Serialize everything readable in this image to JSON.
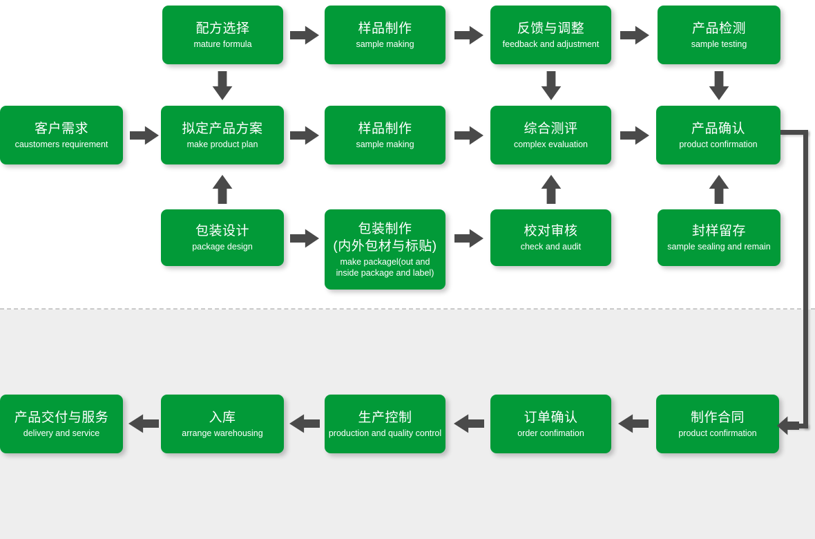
{
  "diagram": {
    "title": "product development and order fulfilment flowchart",
    "accent_color": "#029a38",
    "arrow_color": "#4a4a4a",
    "band_color": "#eeeeee",
    "divider_style": "dashed"
  },
  "nodes": {
    "formula_selection": {
      "cn": "配方选择",
      "en": "mature formula"
    },
    "sample_making_top": {
      "cn": "样品制作",
      "en": "sample making"
    },
    "feedback_adjust": {
      "cn": "反馈与调整",
      "en": "feedback and adjustment"
    },
    "product_testing": {
      "cn": "产品检测",
      "en": "sample testing"
    },
    "customer_req": {
      "cn": "客户需求",
      "en": "caustomers requirement"
    },
    "make_product_plan": {
      "cn": "拟定产品方案",
      "en": "make product plan"
    },
    "sample_making_mid": {
      "cn": "样品制作",
      "en": "sample making"
    },
    "complex_evaluation": {
      "cn": "综合测评",
      "en": "complex evaluation"
    },
    "product_confirm": {
      "cn": "产品确认",
      "en": "product confirmation"
    },
    "package_design": {
      "cn": "包装设计",
      "en": "package design"
    },
    "package_making": {
      "cn": "包装制作",
      "cn2": "(内外包材与标贴)",
      "en": "make packagel(out and inside package and label)"
    },
    "check_audit": {
      "cn": "校对审核",
      "en": "check and audit"
    },
    "sample_sealing": {
      "cn": "封样留存",
      "en": "sample sealing and remain"
    },
    "delivery_service": {
      "cn": "产品交付与服务",
      "en": "delivery and service"
    },
    "warehousing": {
      "cn": "入库",
      "en": "arrange warehousing"
    },
    "production_control": {
      "cn": "生产控制",
      "en": "production and quality control"
    },
    "order_confirm": {
      "cn": "订单确认",
      "en": "order confimation"
    },
    "make_contract": {
      "cn": "制作合同",
      "en": "product confirmation"
    }
  },
  "arrows": [
    {
      "name": "arrow-formula-to-sample-top",
      "direction": "right"
    },
    {
      "name": "arrow-sample-top-to-feedback",
      "direction": "right"
    },
    {
      "name": "arrow-feedback-to-testing",
      "direction": "right"
    },
    {
      "name": "arrow-formula-down-to-plan",
      "direction": "down"
    },
    {
      "name": "arrow-feedback-down-to-evaluation",
      "direction": "down"
    },
    {
      "name": "arrow-testing-down-to-confirm",
      "direction": "down"
    },
    {
      "name": "arrow-customer-to-plan",
      "direction": "right"
    },
    {
      "name": "arrow-plan-to-sample-mid",
      "direction": "right"
    },
    {
      "name": "arrow-sample-mid-to-evaluation",
      "direction": "right"
    },
    {
      "name": "arrow-evaluation-to-confirm",
      "direction": "right"
    },
    {
      "name": "arrow-package-design-up-to-plan",
      "direction": "up"
    },
    {
      "name": "arrow-check-audit-up-to-evaluation",
      "direction": "up"
    },
    {
      "name": "arrow-sealing-up-to-confirm",
      "direction": "up"
    },
    {
      "name": "arrow-package-design-to-making",
      "direction": "right"
    },
    {
      "name": "arrow-package-making-to-check",
      "direction": "right"
    },
    {
      "name": "arrow-contract-to-order",
      "direction": "left"
    },
    {
      "name": "arrow-order-to-production",
      "direction": "left"
    },
    {
      "name": "arrow-production-to-warehousing",
      "direction": "left"
    },
    {
      "name": "arrow-warehousing-to-delivery",
      "direction": "left"
    },
    {
      "name": "arrow-confirm-loop-to-contract",
      "direction": "left"
    }
  ]
}
